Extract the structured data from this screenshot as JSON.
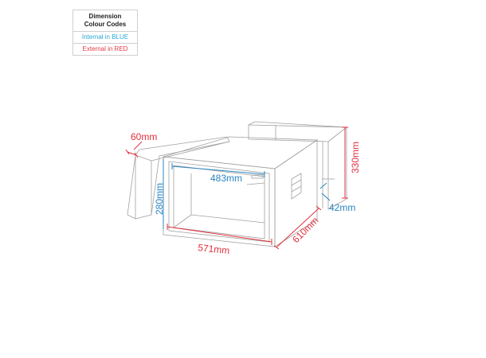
{
  "legend": {
    "title_line1": "Dimension",
    "title_line2": "Colour Codes",
    "internal": "Internal in BLUE",
    "external": "External in RED"
  },
  "colors": {
    "internal": "#2a85c2",
    "external": "#e2303f",
    "outline": "#9a9a9a"
  },
  "dimensions": {
    "lid_depth": "60mm",
    "internal_width": "483mm",
    "internal_height": "280mm",
    "external_width": "571mm",
    "external_depth": "610mm",
    "external_height": "330mm",
    "lid_internal_depth": "42mm"
  }
}
